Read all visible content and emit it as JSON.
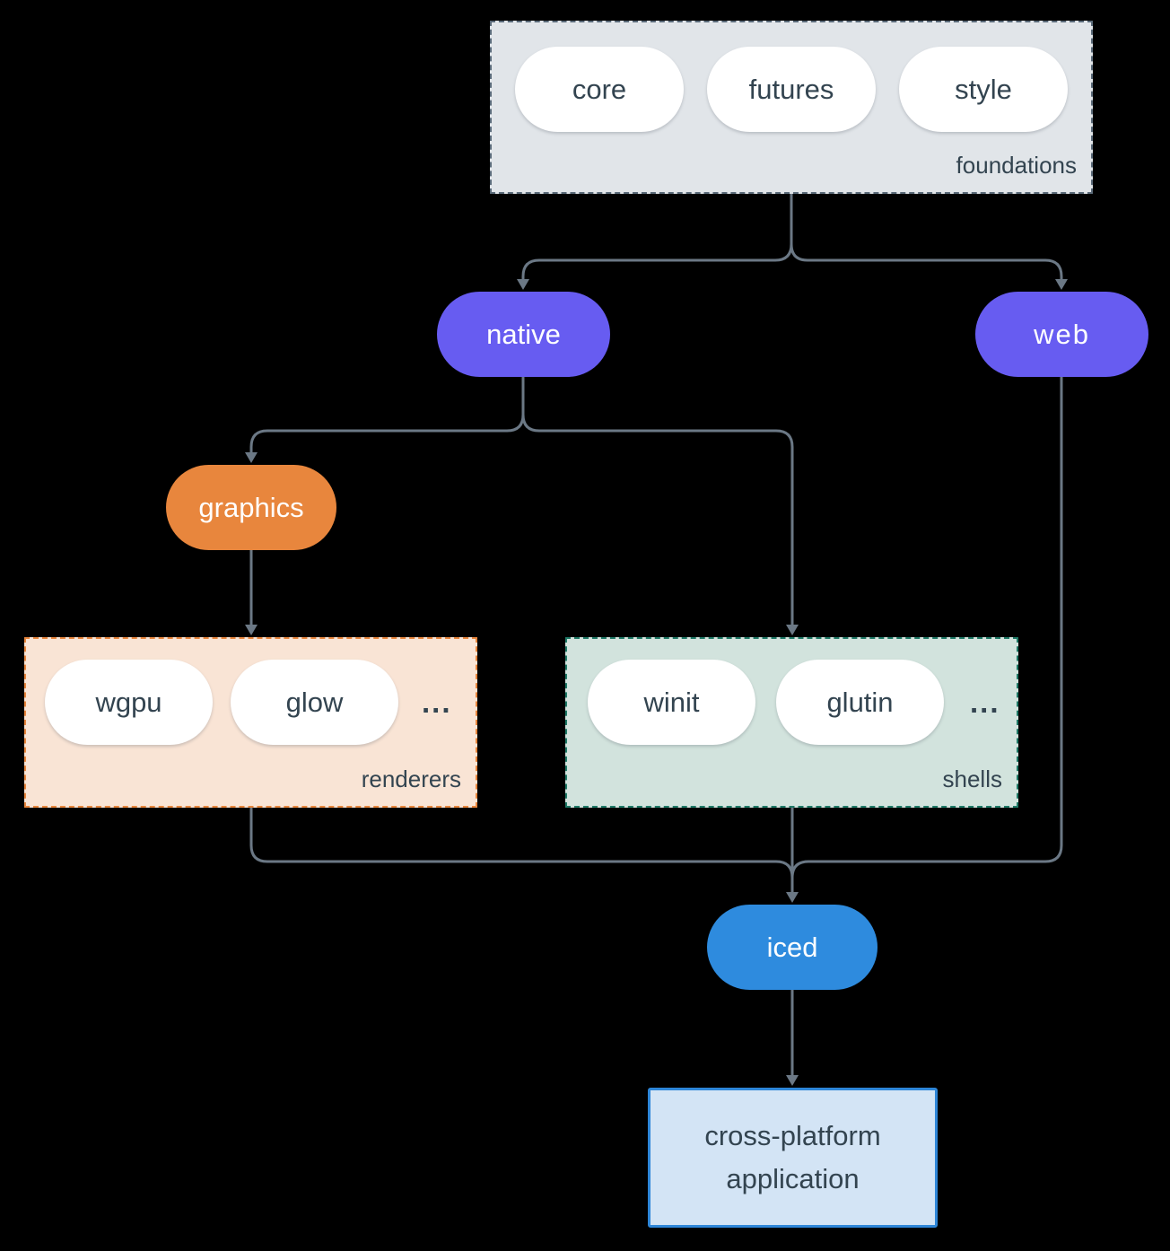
{
  "colors": {
    "background": "#000000",
    "line": "#6B7885",
    "text_dark": "#334450",
    "pill_white": "#FFFFFF",
    "purple": "#675CF1",
    "orange": "#E8863D",
    "blue": "#2E8BDE",
    "foundations_bg": "#E1E5E9",
    "foundations_border": "#5A6A79",
    "renderers_bg": "#F9E4D5",
    "renderers_border": "#E8863D",
    "shells_bg": "#D2E3DD",
    "shells_border": "#1F7A67",
    "app_bg": "#D3E4F5",
    "app_border": "#2E86D8"
  },
  "foundations": {
    "label": "foundations",
    "pills": {
      "core": "core",
      "futures": "futures",
      "style": "style"
    }
  },
  "nodes": {
    "native": "native",
    "web": "web",
    "graphics": "graphics",
    "iced": "iced"
  },
  "renderers": {
    "label": "renderers",
    "pills": {
      "wgpu": "wgpu",
      "glow": "glow"
    },
    "ellipsis": "..."
  },
  "shells": {
    "label": "shells",
    "pills": {
      "winit": "winit",
      "glutin": "glutin"
    },
    "ellipsis": "..."
  },
  "application": {
    "line1": "cross-platform",
    "line2": "application"
  }
}
